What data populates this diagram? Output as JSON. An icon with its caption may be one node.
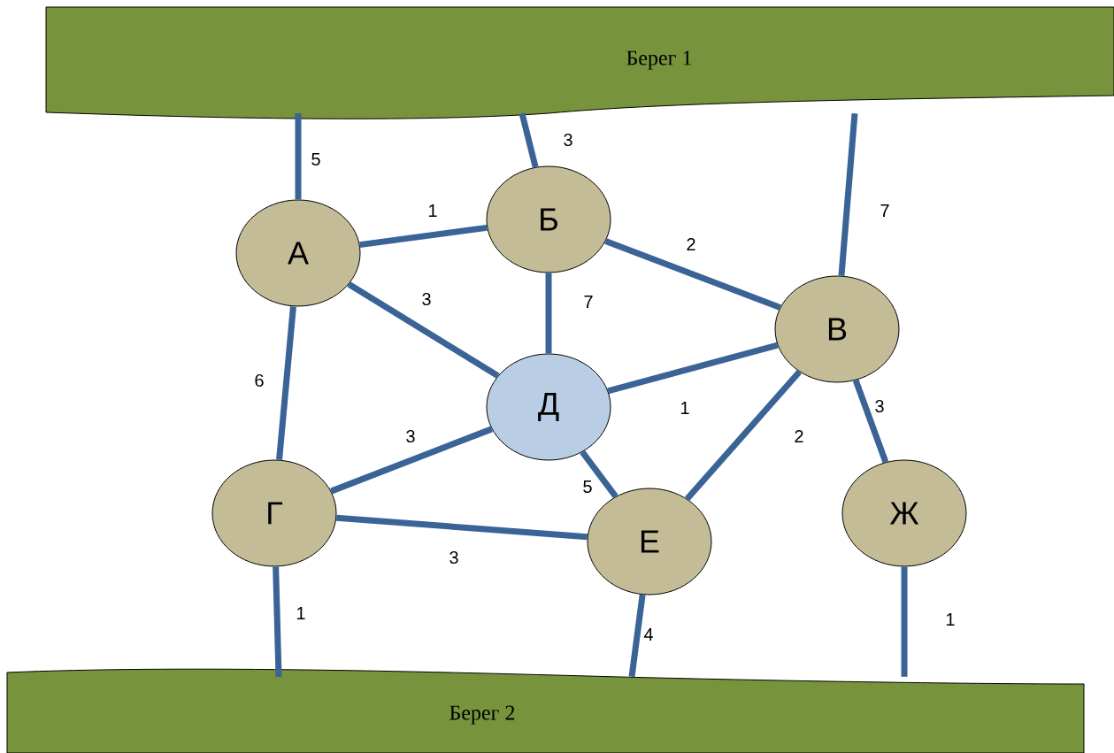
{
  "diagram": {
    "nodes": [
      {
        "text": [
          "Берег 1"
        ]
      },
      {
        "text": [
          "А"
        ]
      },
      {
        "text": [
          "Б"
        ]
      },
      {
        "text": [
          "В"
        ]
      },
      {
        "text": [
          "Д"
        ]
      },
      {
        "text": [
          "Г"
        ]
      },
      {
        "text": [
          "Е"
        ]
      },
      {
        "text": [
          "Ж"
        ]
      },
      {
        "text": [
          "Берег 2"
        ]
      }
    ],
    "edges": [
      {
        "from": 0,
        "to": 1,
        "arrow": "none",
        "label": "5"
      },
      {
        "from": 0,
        "to": 2,
        "arrow": "none",
        "label": "3"
      },
      {
        "from": 0,
        "to": 3,
        "arrow": "none",
        "label": "7"
      },
      {
        "from": 1,
        "to": 2,
        "arrow": "none",
        "label": "1"
      },
      {
        "from": 1,
        "to": 4,
        "arrow": "none",
        "label": "3"
      },
      {
        "from": 1,
        "to": 5,
        "arrow": "none",
        "label": "6"
      },
      {
        "from": 2,
        "to": 4,
        "arrow": "none",
        "label": "7"
      },
      {
        "from": 2,
        "to": 3,
        "arrow": "none",
        "label": "2"
      },
      {
        "from": 4,
        "to": 3,
        "arrow": "none",
        "label": "1"
      },
      {
        "from": 5,
        "to": 4,
        "arrow": "none",
        "label": "3"
      },
      {
        "from": 4,
        "to": 6,
        "arrow": "none",
        "label": "5"
      },
      {
        "from": 3,
        "to": 6,
        "arrow": "none",
        "label": "2"
      },
      {
        "from": 3,
        "to": 7,
        "arrow": "none",
        "label": "3"
      },
      {
        "from": 5,
        "to": 6,
        "arrow": "none",
        "label": "3"
      },
      {
        "from": 5,
        "to": 8,
        "arrow": "none",
        "label": "1"
      },
      {
        "from": 6,
        "to": 8,
        "arrow": "none",
        "label": "4"
      },
      {
        "from": 7,
        "to": 8,
        "arrow": "none",
        "label": "1"
      }
    ]
  }
}
